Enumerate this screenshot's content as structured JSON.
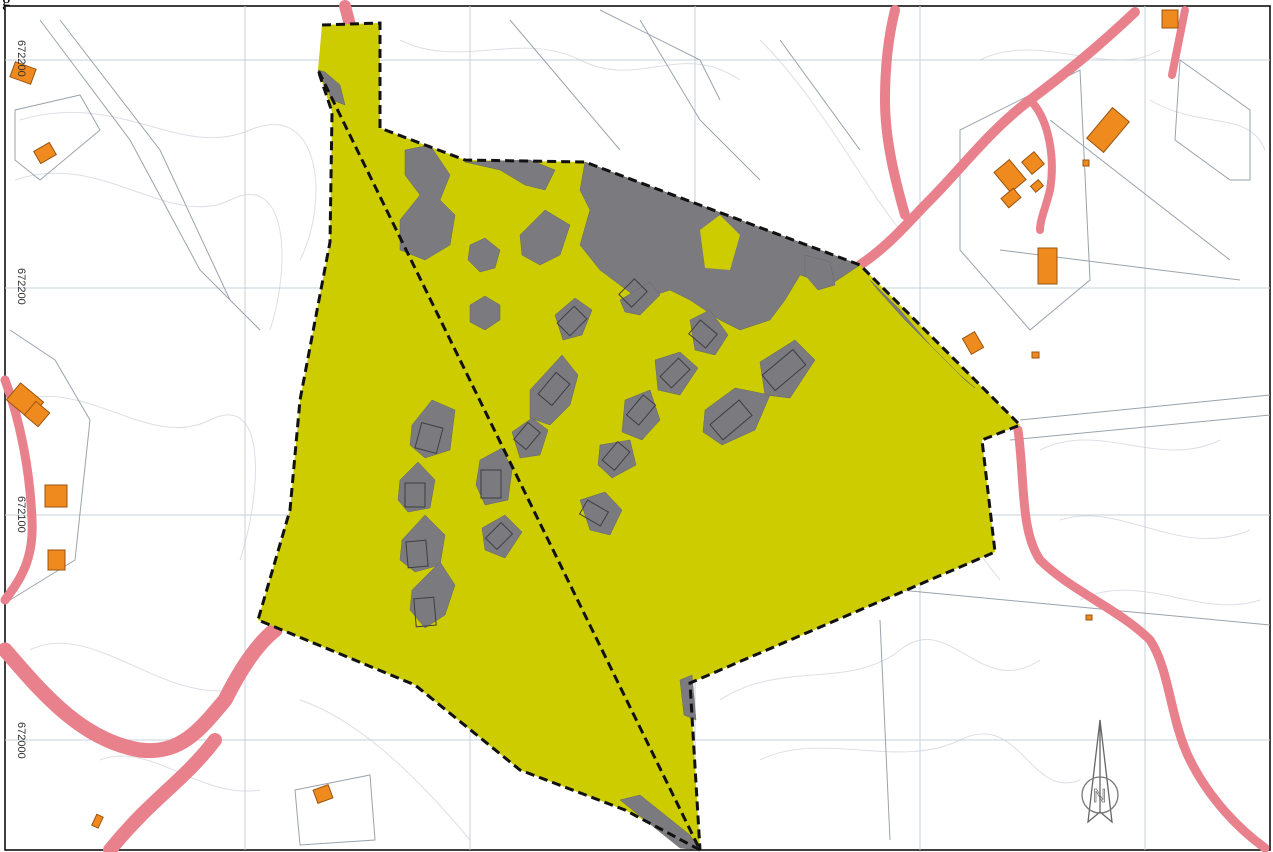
{
  "figure": {
    "caption_fragment": "g"
  },
  "map": {
    "colors": {
      "planning_area": "#cccc00",
      "planning_area_edge": "#a9a900",
      "grey_areas": "#7b7b7f",
      "roads": "#e8818c",
      "buildings": "#ef8a1e",
      "grid": "#c9d3dd",
      "contours": "#d8dde2",
      "boundary": "#111111"
    },
    "grid_labels": [
      "672200",
      "672200",
      "672100",
      "672000"
    ],
    "north_arrow_label": "N"
  }
}
